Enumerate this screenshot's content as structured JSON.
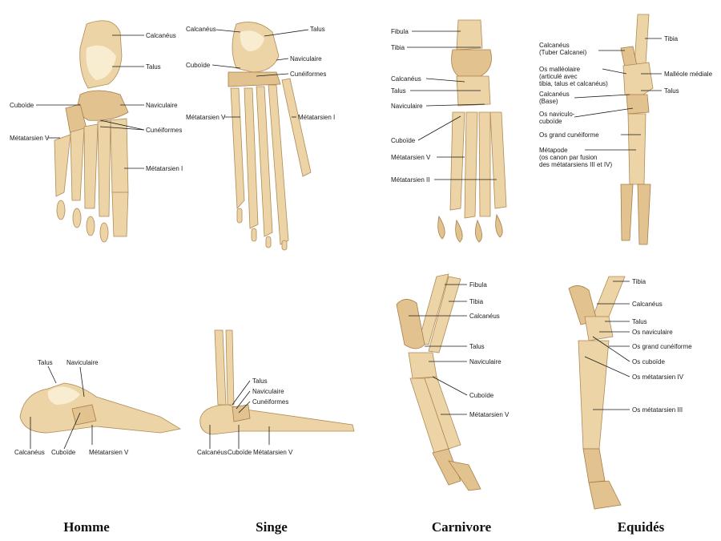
{
  "captions": {
    "homme": "Homme",
    "singe": "Singe",
    "carnivore": "Carnivore",
    "equides": "Equidés"
  },
  "homme_top": {
    "calcaneus": "Calcanéus",
    "talus": "Talus",
    "cuboide": "Cuboïde",
    "naviculaire": "Naviculaire",
    "cuneiformes": "Cunéiformes",
    "metatarsien_v": "Métatarsien V",
    "metatarsien_i": "Métatarsien I"
  },
  "singe_top": {
    "calcaneus": "Calcanéus",
    "talus": "Talus",
    "cuboide": "Cuboïde",
    "naviculaire": "Naviculaire",
    "cuneiformes": "Cunéiformes",
    "metatarsien_v": "Métatarsien V",
    "metatarsien_i": "Métatarsien I"
  },
  "carnivore_top": {
    "fibula": "Fibula",
    "tibia": "Tibia",
    "calcaneus": "Calcanéus",
    "talus": "Talus",
    "naviculaire": "Naviculaire",
    "cuboide": "Cuboïde",
    "metatarsien_v": "Métatarsien V",
    "metatarsien_ii": "Métatarsien II"
  },
  "equides_top": {
    "calcaneus_1": "Calcanéus",
    "calcaneus_2": "(Tuber Calcanei)",
    "tibia": "Tibia",
    "malleolaire_1": "Os malléolaire",
    "malleolaire_2": "(articulé avec",
    "malleolaire_3": "tibia, talus et calcanéus)",
    "malleole": "Malléole médiale",
    "calc_base_1": "Calcanéus",
    "calc_base_2": "(Base)",
    "talus": "Talus",
    "navic_1": "Os naviculo-",
    "navic_2": "cuboïde",
    "grand_cun": "Os grand cunéiforme",
    "metapode_1": "Métapode",
    "metapode_2": "(os canon par fusion",
    "metapode_3": "des métatarsiens III et IV)"
  },
  "homme_side": {
    "talus": "Talus",
    "naviculaire": "Naviculaire",
    "calcaneus": "Calcanéus",
    "cuboide": "Cuboïde",
    "metatarsien_v": "Métatarsien V"
  },
  "singe_side": {
    "talus": "Talus",
    "naviculaire": "Naviculaire",
    "cuneiformes": "Cunéiformes",
    "calcaneus": "Calcanéus",
    "cuboide": "Cuboïde",
    "metatarsien_v": "Métatarsien V"
  },
  "carnivore_side": {
    "fibula": "Fibula",
    "tibia": "Tibia",
    "calcaneus": "Calcanéus",
    "talus": "Talus",
    "naviculaire": "Naviculaire",
    "cuboide": "Cuboïde",
    "metatarsien_v": "Métatarsien V"
  },
  "equides_side": {
    "tibia": "Tibia",
    "calcaneus": "Calcanéus",
    "talus": "Talus",
    "naviculaire": "Os naviculaire",
    "grand_cun": "Os grand cunéiforme",
    "cuboide": "Os cuboïde",
    "met_iv": "Os métatarsien IV",
    "met_iii": "Os métatarsien III"
  }
}
